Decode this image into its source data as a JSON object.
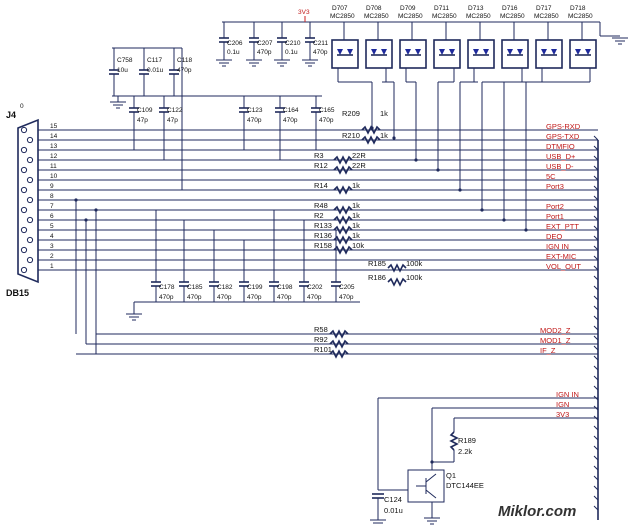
{
  "connector": {
    "ref": "J4",
    "pin_marker": "0",
    "part": "DB15",
    "pins": [
      "15",
      "14",
      "13",
      "12",
      "11",
      "10",
      "9",
      "8",
      "7",
      "6",
      "5",
      "4",
      "3",
      "2",
      "1"
    ]
  },
  "supply_label": "3V3",
  "diodes": [
    {
      "ref": "D707",
      "part": "MC2850"
    },
    {
      "ref": "D708",
      "part": "MC2850"
    },
    {
      "ref": "D709",
      "part": "MC2850"
    },
    {
      "ref": "D711",
      "part": "MC2850"
    },
    {
      "ref": "D713",
      "part": "MC2850"
    },
    {
      "ref": "D716",
      "part": "MC2850"
    },
    {
      "ref": "D717",
      "part": "MC2850"
    },
    {
      "ref": "D718",
      "part": "MC2850"
    }
  ],
  "top_caps": [
    {
      "ref": "C206",
      "value": "0.1u"
    },
    {
      "ref": "C207",
      "value": "470p"
    },
    {
      "ref": "C210",
      "value": "0.1u"
    },
    {
      "ref": "C211",
      "value": "470p"
    }
  ],
  "left_caps": [
    {
      "ref": "C758",
      "value": "10u"
    },
    {
      "ref": "C117",
      "value": "0.01u"
    },
    {
      "ref": "C118",
      "value": "470p"
    }
  ],
  "mid_caps": [
    {
      "ref": "C109",
      "value": "47p"
    },
    {
      "ref": "C122",
      "value": "47p"
    },
    {
      "ref": "C123",
      "value": "470p"
    },
    {
      "ref": "C164",
      "value": "470p"
    },
    {
      "ref": "C165",
      "value": "470p"
    }
  ],
  "bottom_caps": [
    {
      "ref": "C178",
      "value": "470p"
    },
    {
      "ref": "C185",
      "value": "470p"
    },
    {
      "ref": "C182",
      "value": "470p"
    },
    {
      "ref": "C199",
      "value": "470p"
    },
    {
      "ref": "C198",
      "value": "470p"
    },
    {
      "ref": "C202",
      "value": "470p"
    },
    {
      "ref": "C205",
      "value": "470p"
    }
  ],
  "resistors": [
    {
      "ref": "R209",
      "value": "1k"
    },
    {
      "ref": "R210",
      "value": "1k"
    },
    {
      "ref": "R3",
      "value": "22R"
    },
    {
      "ref": "R12",
      "value": "22R"
    },
    {
      "ref": "R14",
      "value": "1k"
    },
    {
      "ref": "R48",
      "value": "1k"
    },
    {
      "ref": "R2",
      "value": "1k"
    },
    {
      "ref": "R133",
      "value": "1k"
    },
    {
      "ref": "R136",
      "value": "1k"
    },
    {
      "ref": "R158",
      "value": "10k"
    },
    {
      "ref": "R185",
      "value": "100k"
    },
    {
      "ref": "R186",
      "value": "100k"
    }
  ],
  "nets": [
    "GPS-RXD",
    "GPS-TXD",
    "DTMFIO",
    "USB_D+",
    "USB_D-",
    "5C",
    "Port3",
    "Port2",
    "Port1",
    "EXT_PTT",
    "DEO",
    "IGN IN",
    "EXT-MIC",
    "VOL_OUT"
  ],
  "lower_resistors": [
    {
      "ref": "R58",
      "net": "MOD2_Z"
    },
    {
      "ref": "R92",
      "net": "MOD1_Z"
    },
    {
      "ref": "R101",
      "net": "IF_Z"
    }
  ],
  "bottom_section": {
    "nets": [
      "IGN IN",
      "IGN",
      "3V3"
    ],
    "resistor": {
      "ref": "R189",
      "value": "2.2k"
    },
    "transistor": {
      "ref": "Q1",
      "part": "DTC144EE"
    },
    "cap": {
      "ref": "C124",
      "value": "0.01u"
    }
  },
  "watermark": "Miklor.com"
}
